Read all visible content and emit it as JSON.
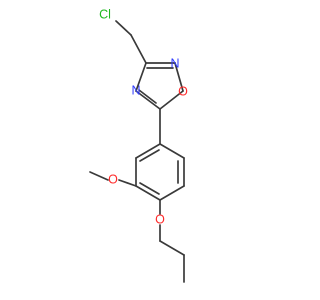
{
  "molecule": {
    "atoms": {
      "chlorine": "Cl",
      "ring_nitrogen_top": "N",
      "ring_oxygen": "O",
      "ring_nitrogen_left": "N",
      "methoxy_oxygen": "O",
      "propoxy_oxygen": "O"
    }
  },
  "colors": {
    "bond": "#3a3a3a",
    "carbon": "#3a3a3a",
    "chlorine": "#1fb81f",
    "nitrogen": "#2f3bff",
    "oxygen": "#ff2a2a"
  }
}
